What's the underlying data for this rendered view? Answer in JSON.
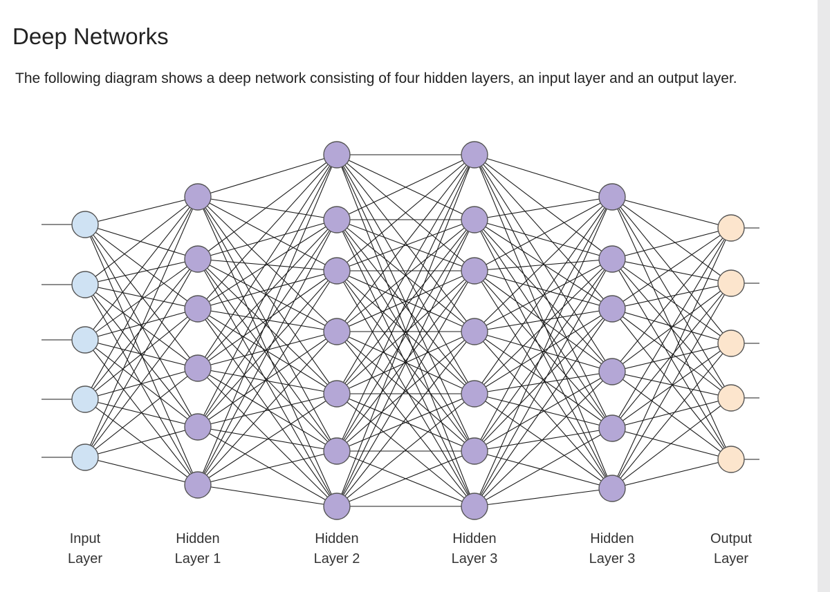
{
  "page": {
    "title": "Deep Networks",
    "intro": "The following diagram shows a deep network consisting of four hidden layers, an input layer and an output layer."
  },
  "diagram": {
    "colors": {
      "input_node": "#cfe2f3",
      "hidden_node": "#b4a7d6",
      "output_node": "#fce5cd",
      "node_stroke": "#555555",
      "edge": "#1a1a1a"
    },
    "layers": [
      {
        "label_line1": "Input",
        "label_line2": "Layer",
        "node_count": 5,
        "kind": "input"
      },
      {
        "label_line1": "Hidden",
        "label_line2": "Layer 1",
        "node_count": 6,
        "kind": "hidden"
      },
      {
        "label_line1": "Hidden",
        "label_line2": "Layer 2",
        "node_count": 7,
        "kind": "hidden"
      },
      {
        "label_line1": "Hidden",
        "label_line2": "Layer 3",
        "node_count": 7,
        "kind": "hidden"
      },
      {
        "label_line1": "Hidden",
        "label_line2": "Layer 3",
        "node_count": 6,
        "kind": "hidden"
      },
      {
        "label_line1": "Output",
        "label_line2": "Layer",
        "node_count": 5,
        "kind": "output"
      }
    ]
  }
}
